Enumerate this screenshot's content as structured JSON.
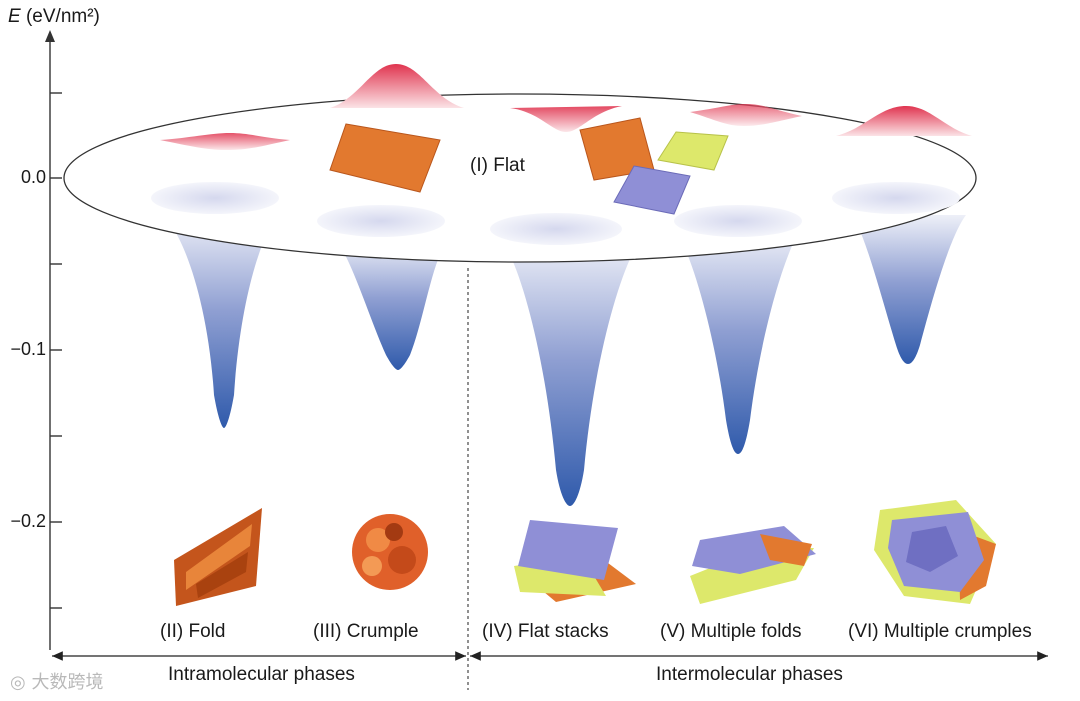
{
  "axis": {
    "label_symbol": "E",
    "label_units": "(eV/nm²)",
    "ticks": [
      "0.0",
      "−0.1",
      "−0.2"
    ]
  },
  "flat_label": "(I) Flat",
  "phases": [
    {
      "label": "(II) Fold",
      "depth": -0.145
    },
    {
      "label": "(III) Crumple",
      "depth": -0.112
    },
    {
      "label": "(IV) Flat stacks",
      "depth": -0.19
    },
    {
      "label": "(V) Multiple folds",
      "depth": -0.16
    },
    {
      "label": "(VI) Multiple crumples",
      "depth": -0.108
    }
  ],
  "groups": {
    "intra": "Intramolecular phases",
    "inter": "Intermolecular phases"
  },
  "watermark": "大数跨境",
  "colors": {
    "well_top": "#e4e6f4",
    "well_bottom": "#2f5aab",
    "barrier": "#e0344f",
    "orange": "#e2792f",
    "purple": "#8f8fd6",
    "yellow": "#dde86b"
  }
}
